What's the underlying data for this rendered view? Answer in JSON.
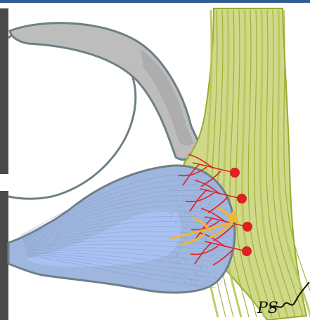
{
  "figure": {
    "signature_text": "PS",
    "colors": {
      "background_top": "#2f5f8f",
      "photo_strip": "#4a4a4a",
      "outline": "#6f7f86",
      "gray_fill": "#bdbdbd",
      "gray_dark": "#9e9e9e",
      "blue_fill": "#9fb6df",
      "blue_core": "#a9c0f2",
      "blue_fiber": "#7e97c2",
      "green_fill": "#cfd98a",
      "green_fill_dark": "#b8c65a",
      "green_fiber": "#9aab2e",
      "red_cell": "#e02020",
      "yellow_cell": "#f2b632",
      "ink": "#111111"
    },
    "red_cell_count": 4,
    "yellow_cell_count": 1
  }
}
